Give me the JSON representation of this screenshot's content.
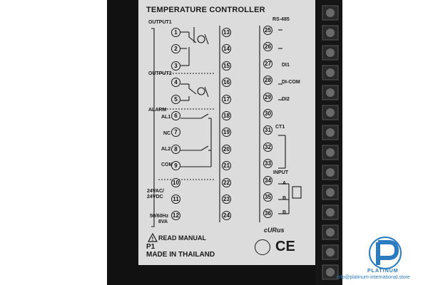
{
  "label": {
    "title": "TEMPERATURE CONTROLLER",
    "output1": "OUTPUT1",
    "output2": "OUTPUT2",
    "alarm": "ALARM",
    "al1": "AL1",
    "nc": "NC",
    "al2": "AL2",
    "com": "COM",
    "supply_ac": "24VAC/",
    "supply_dc": "24VDC",
    "freq": "50/60Hz",
    "va": "8VA",
    "read_manual": "READ MANUAL",
    "rs485": "RS-485",
    "di1": "DI1",
    "dicom": "DI-COM",
    "di2": "DI2",
    "ct1": "CT1",
    "input": "INPUT",
    "in_a": "A",
    "in_b1": "B",
    "in_b2": "B",
    "p1": "P1",
    "made_in": "MADE IN THAILAND",
    "ul_mark": "cURus",
    "ce_mark": "CE",
    "terminals_col1": [
      "1",
      "2",
      "3",
      "4",
      "5",
      "6",
      "7",
      "8",
      "9",
      "10",
      "11",
      "12"
    ],
    "terminals_col2": [
      "13",
      "14",
      "15",
      "16",
      "17",
      "18",
      "19",
      "20",
      "21",
      "22",
      "23",
      "24"
    ],
    "terminals_col3": [
      "25",
      "26",
      "27",
      "28",
      "29",
      "30",
      "31",
      "32",
      "33",
      "34",
      "35",
      "36"
    ]
  },
  "watermark": {
    "brand": "PLATINUM",
    "email": "info@platinum-international.store"
  },
  "colors": {
    "housing": "#111111",
    "label": "#dcdcdc",
    "brand_blue": "#2b7bc0"
  }
}
